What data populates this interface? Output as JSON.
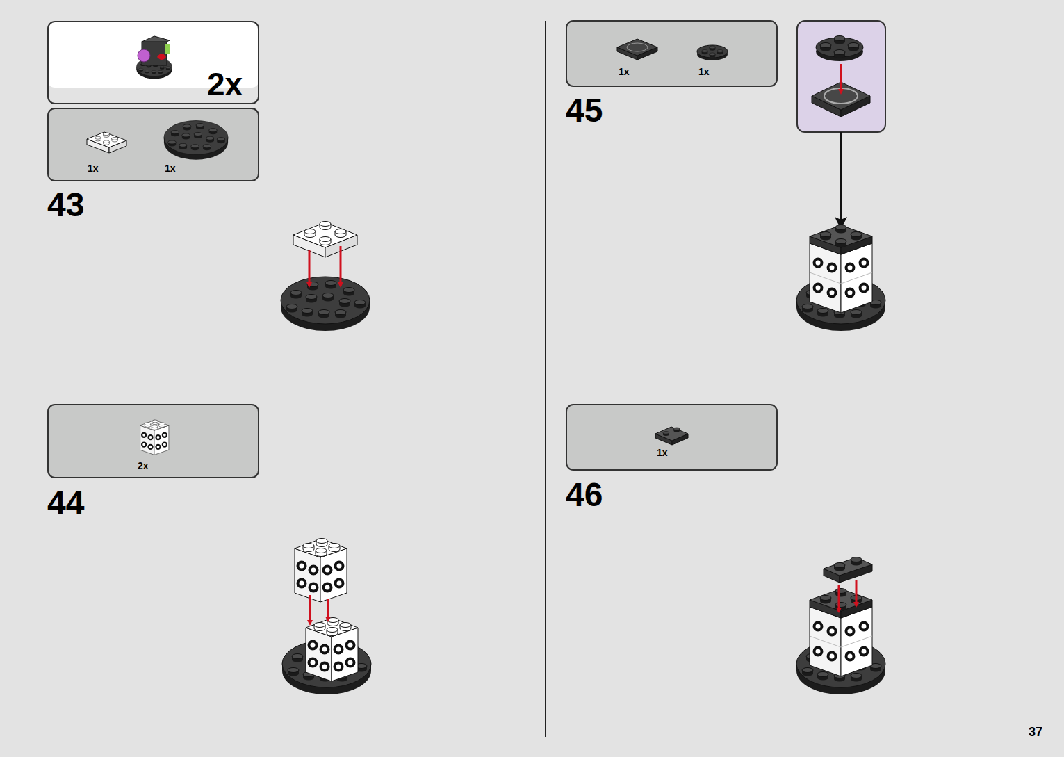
{
  "diagram": {
    "nodes": [
      {
        "text": [
          "2x"
        ]
      },
      {
        "text": [
          "1x",
          "1x"
        ]
      },
      {
        "text": [
          "2x"
        ]
      },
      {
        "text": [
          "1x",
          "1x"
        ]
      },
      {
        "text": [
          "1x"
        ]
      }
    ],
    "labels": [
      "43",
      "44",
      "45",
      "46",
      "37"
    ]
  }
}
